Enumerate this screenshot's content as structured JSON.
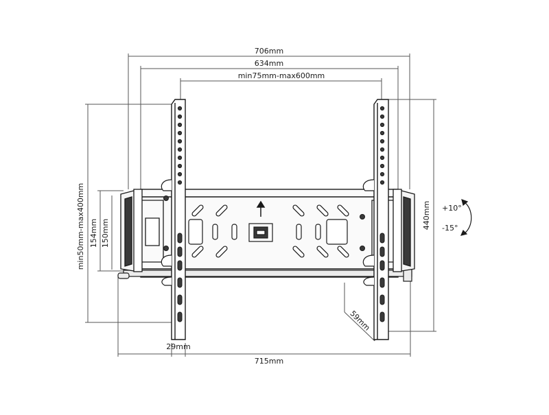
{
  "dimensions": {
    "overall_width_top": "706mm",
    "inner_width": "634mm",
    "vesa_horizontal": "min75mm-max600mm",
    "overall_height": "440mm",
    "vesa_vertical": "min50mm-max400mm",
    "height_154": "154mm",
    "height_150": "150mm",
    "arm_width": "29mm",
    "depth": "59mm",
    "overall_width_bottom": "715mm"
  },
  "tilt": {
    "up": "+10°",
    "down": "-15°"
  },
  "colors": {
    "line": "#1a1a1a",
    "dim_line": "#555555",
    "fill_dark": "#3a3a3a",
    "fill_light": "#f4f4f4"
  }
}
